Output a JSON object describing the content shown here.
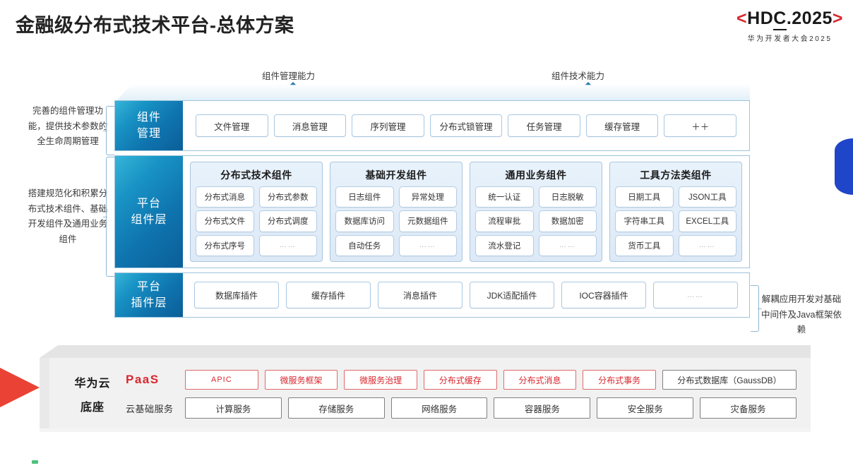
{
  "header": {
    "title": "金融级分布式技术平台-总体方案",
    "logo_prefix": "<",
    "logo_hd": "HD",
    "logo_c": "C",
    "logo_rest": ".2025",
    "logo_suffix": ">",
    "logo_sub": "华为开发者大会2025"
  },
  "arrows": {
    "left_label": "组件管理能力",
    "right_label": "组件技术能力"
  },
  "side_notes": {
    "note_top": "完善的组件管理功能，提供技术参数的全生命周期管理",
    "note_mid": "搭建规范化和积累分布式技术组件、基础开发组件及通用业务组件",
    "note_right": "解耦应用开发对基础中间件及Java框架依赖"
  },
  "layers": {
    "management": {
      "label_line1": "组件",
      "label_line2": "管理",
      "items": [
        "文件管理",
        "消息管理",
        "序列管理",
        "分布式锁管理",
        "任务管理",
        "缓存管理",
        "＋＋"
      ]
    },
    "component": {
      "label_line1": "平台",
      "label_line2": "组件层",
      "groups": [
        {
          "title": "分布式技术组件",
          "cells": [
            "分布式消息",
            "分布式参数",
            "分布式文件",
            "分布式调度",
            "分布式序号",
            "……"
          ]
        },
        {
          "title": "基础开发组件",
          "cells": [
            "日志组件",
            "异常处理",
            "数据库访问",
            "元数据组件",
            "自动任务",
            "……"
          ]
        },
        {
          "title": "通用业务组件",
          "cells": [
            "统一认证",
            "日志脱敏",
            "流程审批",
            "数据加密",
            "流水登记",
            "……"
          ]
        },
        {
          "title": "工具方法类组件",
          "cells": [
            "日期工具",
            "JSON工具",
            "字符串工具",
            "EXCEL工具",
            "货币工具",
            "……"
          ]
        }
      ]
    },
    "plugin": {
      "label_line1": "平台",
      "label_line2": "插件层",
      "items": [
        "数据库插件",
        "缓存插件",
        "消息插件",
        "JDK适配插件",
        "IOC容器插件",
        "……"
      ]
    }
  },
  "paas": {
    "cloud_line1": "华为云",
    "cloud_line2": "底座",
    "paas_tag": "PaaS",
    "cloud_tag": "云基础服务",
    "paas_items": [
      {
        "label": "APIC",
        "style": "red"
      },
      {
        "label": "微服务框架",
        "style": "red"
      },
      {
        "label": "微服务治理",
        "style": "red"
      },
      {
        "label": "分布式缓存",
        "style": "red"
      },
      {
        "label": "分布式消息",
        "style": "red"
      },
      {
        "label": "分布式事务",
        "style": "red"
      },
      {
        "label": "分布式数据库（GaussDB）",
        "style": "neutral"
      }
    ],
    "cloud_items": [
      "计算服务",
      "存储服务",
      "网络服务",
      "容器服务",
      "安全服务",
      "灾备服务"
    ]
  },
  "colors": {
    "accent_red": "#d9272e",
    "accent_blue": "#0f74ae",
    "layer_label_blue": "#1892c4",
    "paas_bg": "#f1f1f1"
  }
}
